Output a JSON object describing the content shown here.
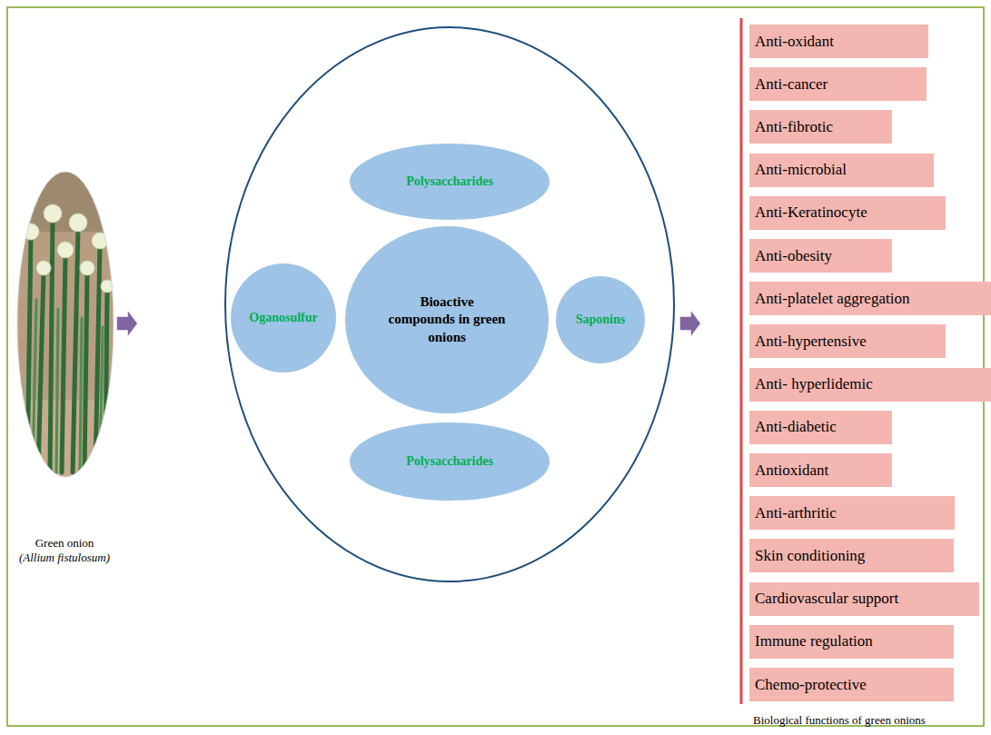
{
  "diagram": {
    "nodes": [
      {
        "text": [
          "Polysaccharides"
        ]
      },
      {
        "text": [
          "Oganosulfur"
        ]
      },
      {
        "text": [
          "Bioactive compounds in green onions"
        ]
      },
      {
        "text": [
          "Saponins"
        ]
      },
      {
        "text": [
          "Polysaccharides"
        ]
      },
      {
        "text": [
          "Anti-oxidant"
        ]
      },
      {
        "text": [
          "Anti-cancer"
        ]
      },
      {
        "text": [
          "Anti-fibrotic"
        ]
      },
      {
        "text": [
          "Anti-microbial"
        ]
      },
      {
        "text": [
          "Anti-Keratinocyte"
        ]
      },
      {
        "text": [
          "Anti-obesity"
        ]
      },
      {
        "text": [
          "Anti-platelet aggregation"
        ]
      },
      {
        "text": [
          "Anti-hypertensive"
        ]
      },
      {
        "text": [
          "Anti- hyperlidemic"
        ]
      },
      {
        "text": [
          "Anti-diabetic"
        ]
      },
      {
        "text": [
          "Antioxidant"
        ]
      },
      {
        "text": [
          "Anti-arthritic"
        ]
      },
      {
        "text": [
          "Skin conditioning"
        ]
      },
      {
        "text": [
          "Cardiovascular support"
        ]
      },
      {
        "text": [
          "Immune regulation"
        ]
      },
      {
        "text": [
          "Chemo-protective"
        ]
      }
    ],
    "labels": [
      "Green onion",
      "(Allium fistulosum)",
      "Biological functions of green onions"
    ]
  }
}
